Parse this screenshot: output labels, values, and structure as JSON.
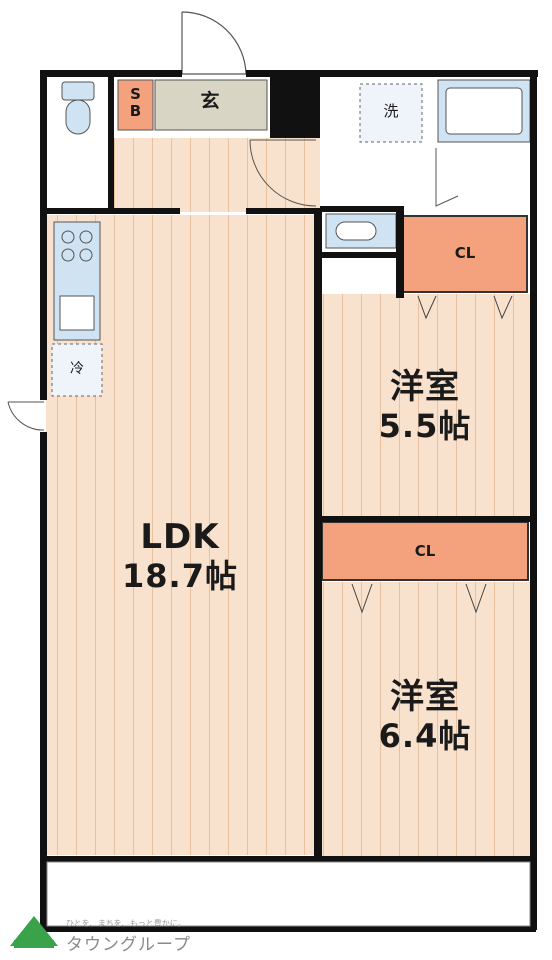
{
  "rooms": {
    "ldk": {
      "name": "LDK",
      "area": "18.7帖"
    },
    "western_room_1": {
      "name": "洋室",
      "area": "5.5帖"
    },
    "western_room_2": {
      "name": "洋室",
      "area": "6.4帖"
    },
    "entrance": {
      "name": "玄"
    },
    "shoe_box": {
      "line1": "S",
      "line2": "B"
    },
    "closet_1": {
      "name": "CL"
    },
    "closet_2": {
      "name": "CL"
    },
    "fridge": {
      "name": "冷"
    },
    "washer": {
      "name": "洗"
    }
  },
  "brand": {
    "tagline": "ひとを、まちを、もっと豊かに。",
    "name": "タウングループ"
  },
  "colors": {
    "floor": "#f9e2cd",
    "floor_stripe": "#e8c2a0",
    "closet": "#f4a27e",
    "entrance_floor": "#d8d5c4",
    "shoe_box": "#f4a27e",
    "fixture": "#cfe3f3",
    "wall": "#111111",
    "brand_green": "#3aa24a"
  }
}
